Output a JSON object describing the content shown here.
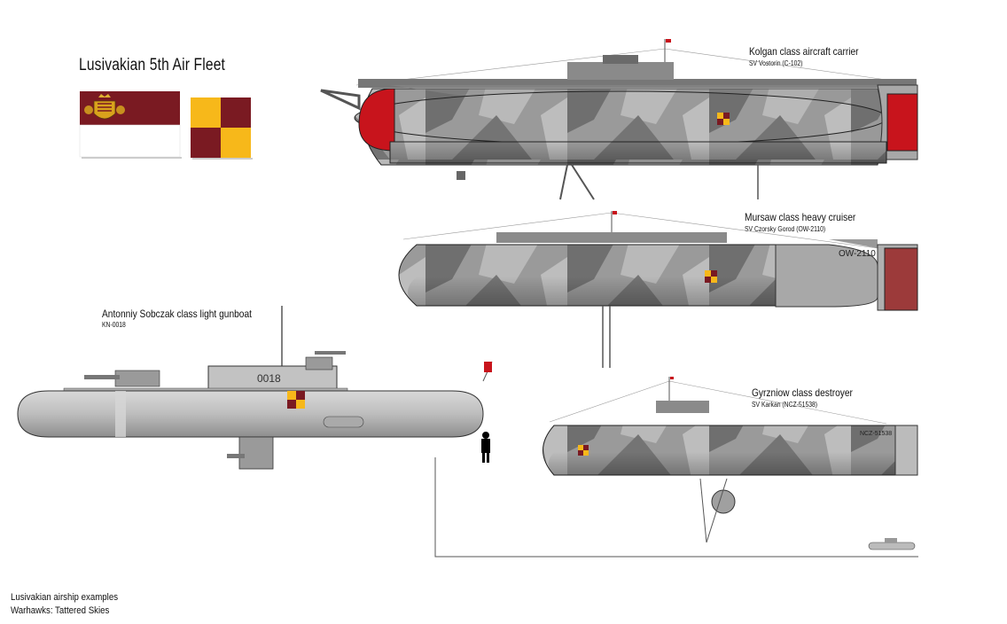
{
  "title": "Lusivakian 5th Air Fleet",
  "ships": [
    {
      "class_name": "Kolgan class aircraft carrier",
      "ship_name": "SV Vostorin (C-102)"
    },
    {
      "class_name": "Mursaw class heavy cruiser",
      "ship_name": "SV Czorsky Gorod (OW-2110)",
      "hull_code": "OW-2110"
    },
    {
      "class_name": "Antonniy Sobczak class light gunboat",
      "ship_name": "KN-0018",
      "hull_code": "0018"
    },
    {
      "class_name": "Gyrzniow class destroyer",
      "ship_name": "SV Karkan (NCZ-51538)",
      "hull_code": "NCZ-51538"
    }
  ],
  "footer": {
    "line1": "Lusivakian airship examples",
    "line2": "Warhawks: Tattered Skies"
  },
  "colors": {
    "flag_maroon": "#7a1a22",
    "flag_yellow": "#f7b81a",
    "hull_red": "#c8141c",
    "camo_light": "#b9b9b9",
    "camo_dark": "#6f6f6f"
  }
}
